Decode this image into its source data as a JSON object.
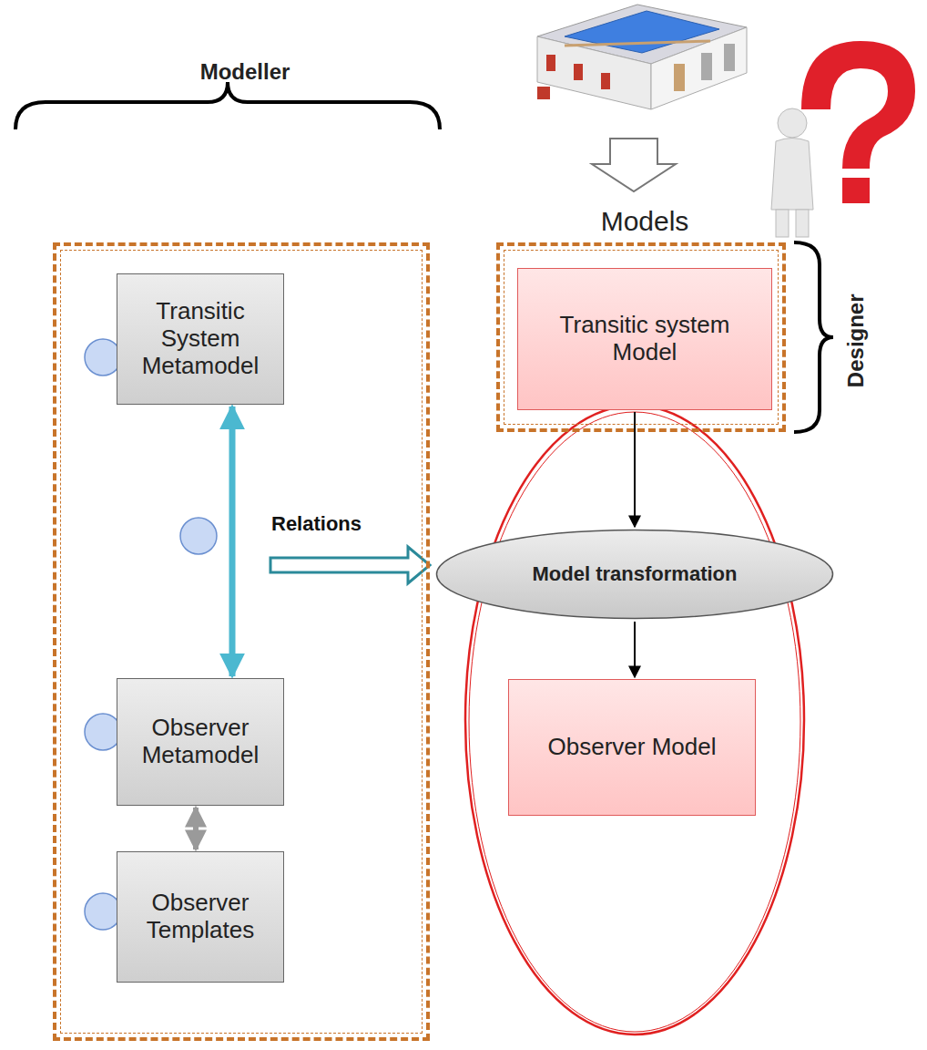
{
  "diagram": {
    "nodes": [
      {
        "text": [
          "Modeller"
        ]
      },
      {
        "text": [
          "Transitic System Metamodel"
        ],
        "in": 0
      },
      {
        "text": [
          "Observer Metamodel"
        ],
        "in": 0
      },
      {
        "text": [
          "Observer Templates"
        ],
        "in": 0
      },
      {
        "text": [
          "Models",
          "Designer"
        ]
      },
      {
        "text": [
          "Transitic system Model"
        ],
        "in": 4
      },
      {
        "text": [
          "Model transformation"
        ]
      },
      {
        "text": [
          "Observer Model"
        ]
      }
    ],
    "edges": [
      {
        "from": 1,
        "to": 2,
        "arrow": "both"
      },
      {
        "from": 2,
        "to": 3,
        "arrow": "both"
      },
      {
        "from": 5,
        "to": 6,
        "arrow": "to"
      },
      {
        "from": 6,
        "to": 7,
        "arrow": "to"
      }
    ],
    "labels": [
      "Relations"
    ]
  }
}
